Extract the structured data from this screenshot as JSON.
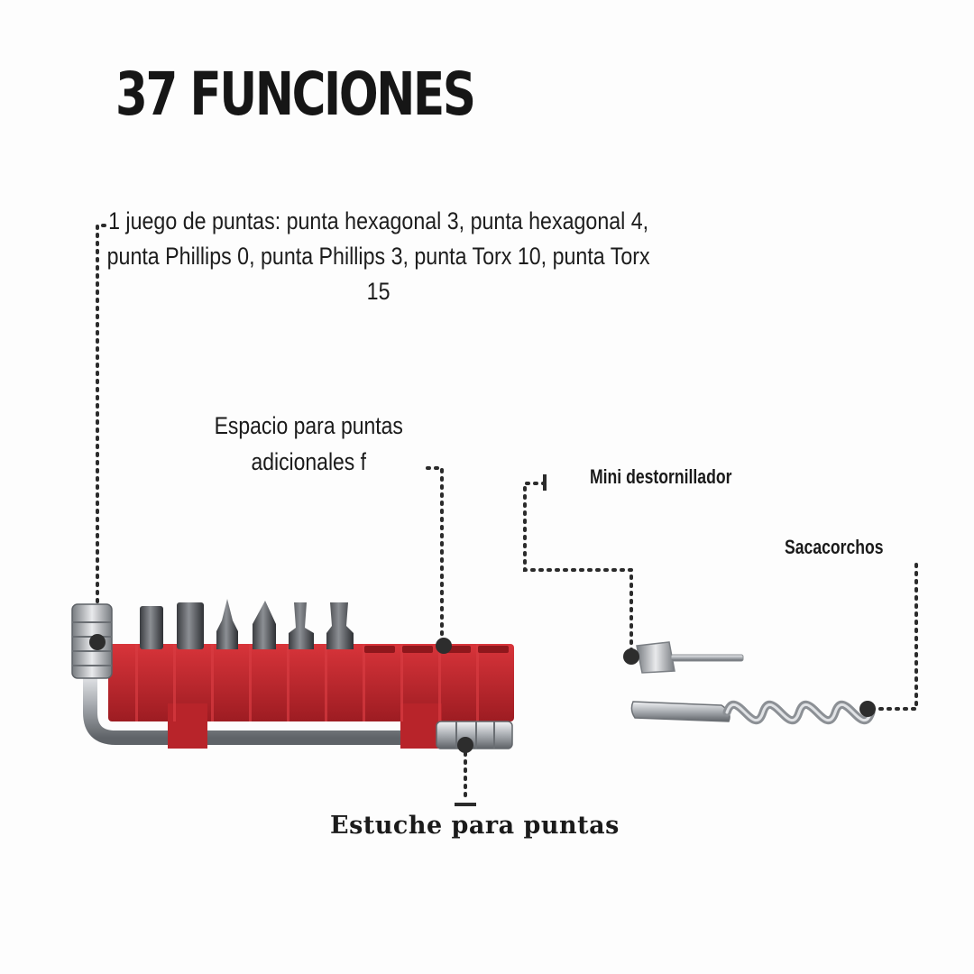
{
  "header": {
    "title": "37 FUNCIONES"
  },
  "callouts": {
    "bits_set": "1 juego de puntas: punta hexagonal 3, punta hexagonal 4, punta Phillips 0, punta Phillips 3, punta Torx 10, punta Torx 15",
    "extra_space_line1": "Espacio para puntas",
    "extra_space_line2": "adicionales f",
    "mini_screwdriver": "Mini destornillador",
    "corkscrew": "Sacacorchos",
    "bit_case": "Estuche para puntas"
  },
  "colors": {
    "holder_red": "#c0272d",
    "dots": "#2b2b2b",
    "metal": "#b9bcc0"
  },
  "icons": [
    "bit-holder-illustration",
    "hex-bit-icon",
    "phillips-bit-icon",
    "torx-bit-icon",
    "mini-screwdriver-icon",
    "corkscrew-icon"
  ]
}
